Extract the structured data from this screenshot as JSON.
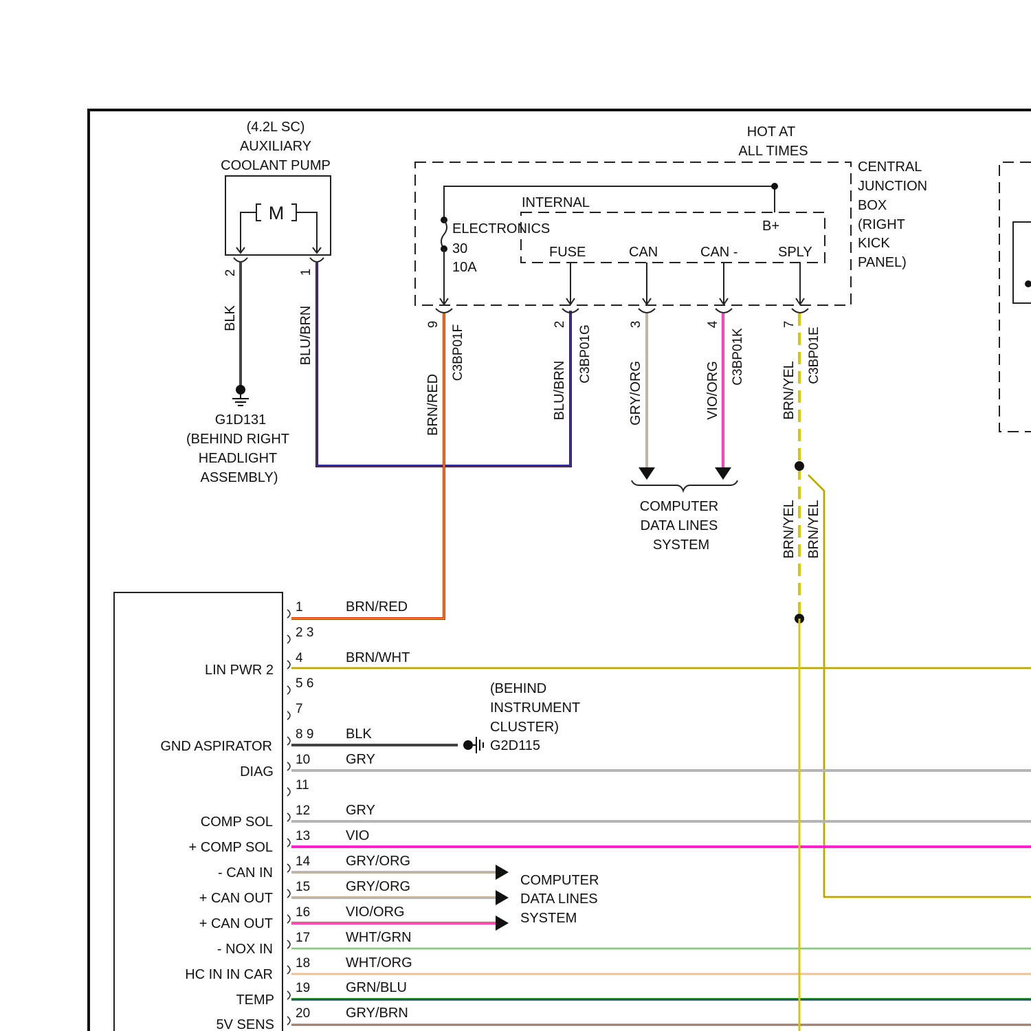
{
  "pump": {
    "title": [
      "(4.2L SC)",
      "AUXILIARY",
      "COOLANT PUMP"
    ],
    "motor": "M",
    "pin2": "2",
    "pin1": "1",
    "wire_left": "BLK",
    "wire_right": "BLU/BRN"
  },
  "ground1": {
    "id": "G1D131",
    "loc": [
      "(BEHIND RIGHT",
      "HEADLIGHT",
      "ASSEMBLY)"
    ]
  },
  "cjb": {
    "hot": [
      "HOT AT",
      "ALL TIMES"
    ],
    "name": [
      "CENTRAL",
      "JUNCTION",
      "BOX",
      "(RIGHT",
      "KICK",
      "PANEL)"
    ],
    "internal": "INTERNAL",
    "electronics": "ELECTRONICS",
    "fuse_num": "30",
    "fuse_amp": "10A",
    "bplus": "B+",
    "fuse_lbl": "FUSE",
    "can_lbl": "CAN",
    "canm_lbl": "CAN -",
    "sply_lbl": "SPLY",
    "pins": [
      {
        "num": "9",
        "conn": "C3BP01F",
        "wire": "BRN/RED"
      },
      {
        "num": "2",
        "conn": "C3BP01G",
        "wire": "BLU/BRN"
      },
      {
        "num": "3",
        "conn": "",
        "wire": "GRY/ORG"
      },
      {
        "num": "4",
        "conn": "C3BP01K",
        "wire": "VIO/ORG"
      },
      {
        "num": "7",
        "conn": "C3BP01E",
        "wire": "BRN/YEL"
      }
    ]
  },
  "cdl_top": [
    "COMPUTER",
    "DATA LINES",
    "SYSTEM"
  ],
  "splice_wires": [
    "BRN/YEL",
    "BRN/YEL"
  ],
  "module_pins": [
    {
      "num": "1",
      "wire": "BRN/RED",
      "func": ""
    },
    {
      "num": "2 3",
      "wire": "",
      "func": ""
    },
    {
      "num": "4",
      "wire": "BRN/WHT",
      "func": "LIN PWR 2"
    },
    {
      "num": "5 6",
      "wire": "",
      "func": ""
    },
    {
      "num": "7",
      "wire": "",
      "func": ""
    },
    {
      "num": "8 9",
      "wire": "BLK",
      "func": "GND ASPIRATOR"
    },
    {
      "num": "10",
      "wire": "GRY",
      "func": "DIAG"
    },
    {
      "num": "11",
      "wire": "",
      "func": ""
    },
    {
      "num": "12",
      "wire": "GRY",
      "func": "COMP SOL"
    },
    {
      "num": "13",
      "wire": "VIO",
      "func": "+ COMP SOL"
    },
    {
      "num": "14",
      "wire": "GRY/ORG",
      "func": "- CAN IN"
    },
    {
      "num": "15",
      "wire": "GRY/ORG",
      "func": "+ CAN OUT"
    },
    {
      "num": "16",
      "wire": "VIO/ORG",
      "func": "+ CAN OUT"
    },
    {
      "num": "17",
      "wire": "WHT/GRN",
      "func": "- NOX IN"
    },
    {
      "num": "18",
      "wire": "WHT/ORG",
      "func": "HC IN IN CAR"
    },
    {
      "num": "19",
      "wire": "GRN/BLU",
      "func": "TEMP"
    },
    {
      "num": "20",
      "wire": "GRY/BRN",
      "func": "5V SENS"
    }
  ],
  "ground2": {
    "id": "G2D115",
    "loc": [
      "(BEHIND",
      "INSTRUMENT",
      "CLUSTER)"
    ]
  },
  "cdl_bottom": [
    "COMPUTER",
    "DATA LINES",
    "SYSTEM"
  ],
  "colors": {
    "black": "#333333",
    "blue": "#1a1aa0",
    "brown": "#8b4513",
    "red": "#e03000",
    "gray": "#b5b5b5",
    "orange": "#e8a060",
    "violet": "#ff22cc",
    "yellow": "#d8c800",
    "white": "#ffffff",
    "green": "#2a9a2a"
  }
}
